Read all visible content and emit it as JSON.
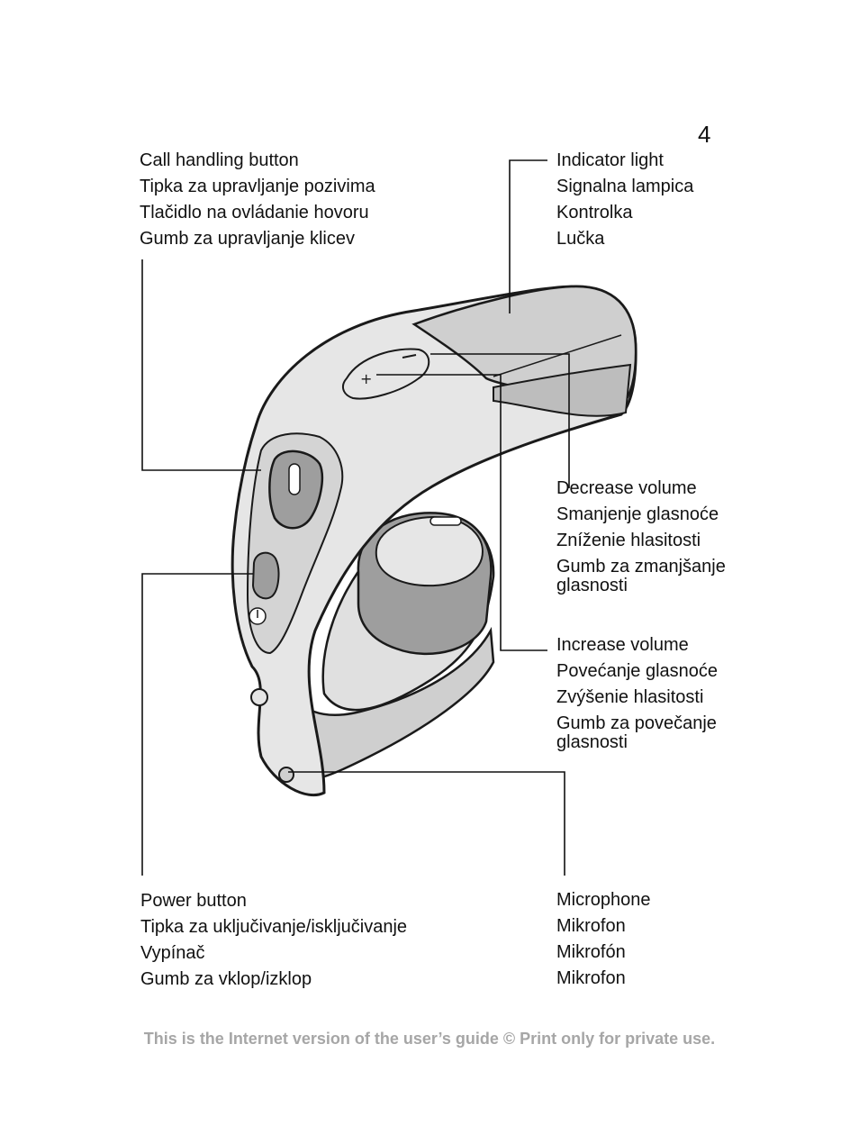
{
  "page": {
    "number": "4"
  },
  "labels": {
    "call_handling": {
      "lines": [
        "Call handling button",
        "Tipka za upravljanje pozivima",
        "Tlačidlo na ovládanie hovoru",
        "Gumb za upravljanje klicev"
      ]
    },
    "indicator_light": {
      "lines": [
        "Indicator light",
        "Signalna lampica",
        "Kontrolka",
        "Lučka"
      ]
    },
    "decrease_volume": {
      "lines": [
        "Decrease volume",
        "Smanjenje glasnoće",
        "Zníženie hlasitosti",
        "Gumb za zmanjšanje glasnosti"
      ]
    },
    "increase_volume": {
      "lines": [
        "Increase volume",
        "Povećanje glasnoće",
        "Zvýšenie hlasitosti",
        "Gumb za povečanje glasnosti"
      ]
    },
    "power_button": {
      "lines": [
        "Power button",
        "Tipka za uključivanje/isključivanje",
        "Vypínač",
        "Gumb za vklop/izklop"
      ]
    },
    "microphone": {
      "lines": [
        "Microphone",
        "Mikrofon",
        "Mikrofón",
        "Mikrofon"
      ]
    }
  },
  "footer": {
    "text": "This is the Internet version of the user’s guide © Print only for private use."
  },
  "colors": {
    "device_light": "#e6e6e6",
    "device_mid": "#cfcfcf",
    "device_dark": "#9e9e9e",
    "footer_text": "#a6a6a6"
  }
}
